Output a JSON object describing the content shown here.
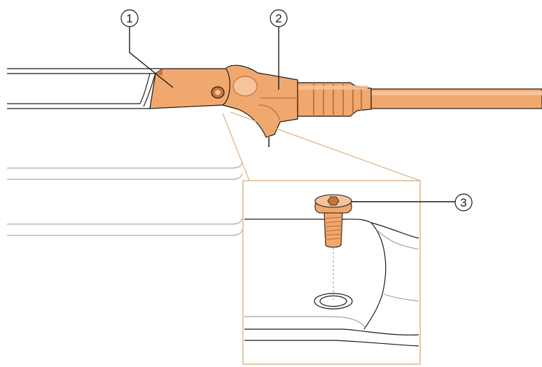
{
  "callouts": [
    {
      "id": "1",
      "label": "1",
      "part": "connector-housing"
    },
    {
      "id": "2",
      "label": "2",
      "part": "cable-plug"
    },
    {
      "id": "3",
      "label": "3",
      "part": "fastening-screw"
    }
  ],
  "colors": {
    "part_fill": "#f0a86e",
    "part_dark": "#c8743a",
    "part_light": "#f7c39a",
    "line": "#1a1a1a",
    "grey_line": "#8a8a8a",
    "detail_frame": "#dcb083",
    "background": "#ffffff"
  }
}
